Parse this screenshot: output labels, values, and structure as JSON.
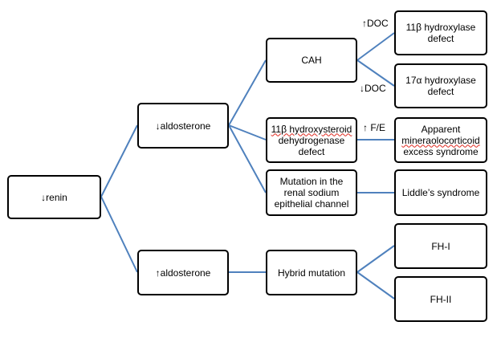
{
  "nodes": {
    "renin": "↓renin",
    "aldo_low": "↓aldosterone",
    "aldo_high": "↑aldosterone",
    "cah": "CAH",
    "hsd_line1": "11β hydroxysteroid",
    "hsd_line2": "dehydrogenase",
    "hsd_line3": "defect",
    "enac_line1": "Mutation in the",
    "enac_line2": "renal sodium",
    "enac_line3": "epithelial channel",
    "hybrid": "Hybrid mutation",
    "hyd11_line1": "11β hydroxylase",
    "hyd11_line2": "defect",
    "hyd17_line1": "17α hydroxylase",
    "hyd17_line2": "defect",
    "ame_line1": "Apparent",
    "ame_line2": "mineraolocorticoid",
    "ame_line3": "excess syndrome",
    "liddle": "Liddle’s syndrome",
    "fh1": "FH-I",
    "fh2": "FH-II"
  },
  "edge_labels": {
    "doc_up": "↑DOC",
    "doc_down": "↓DOC",
    "fe_up": "↑ F/E"
  },
  "colors": {
    "connector": "#4f81bd",
    "border": "#000000",
    "spellcheck": "#e0281e"
  }
}
